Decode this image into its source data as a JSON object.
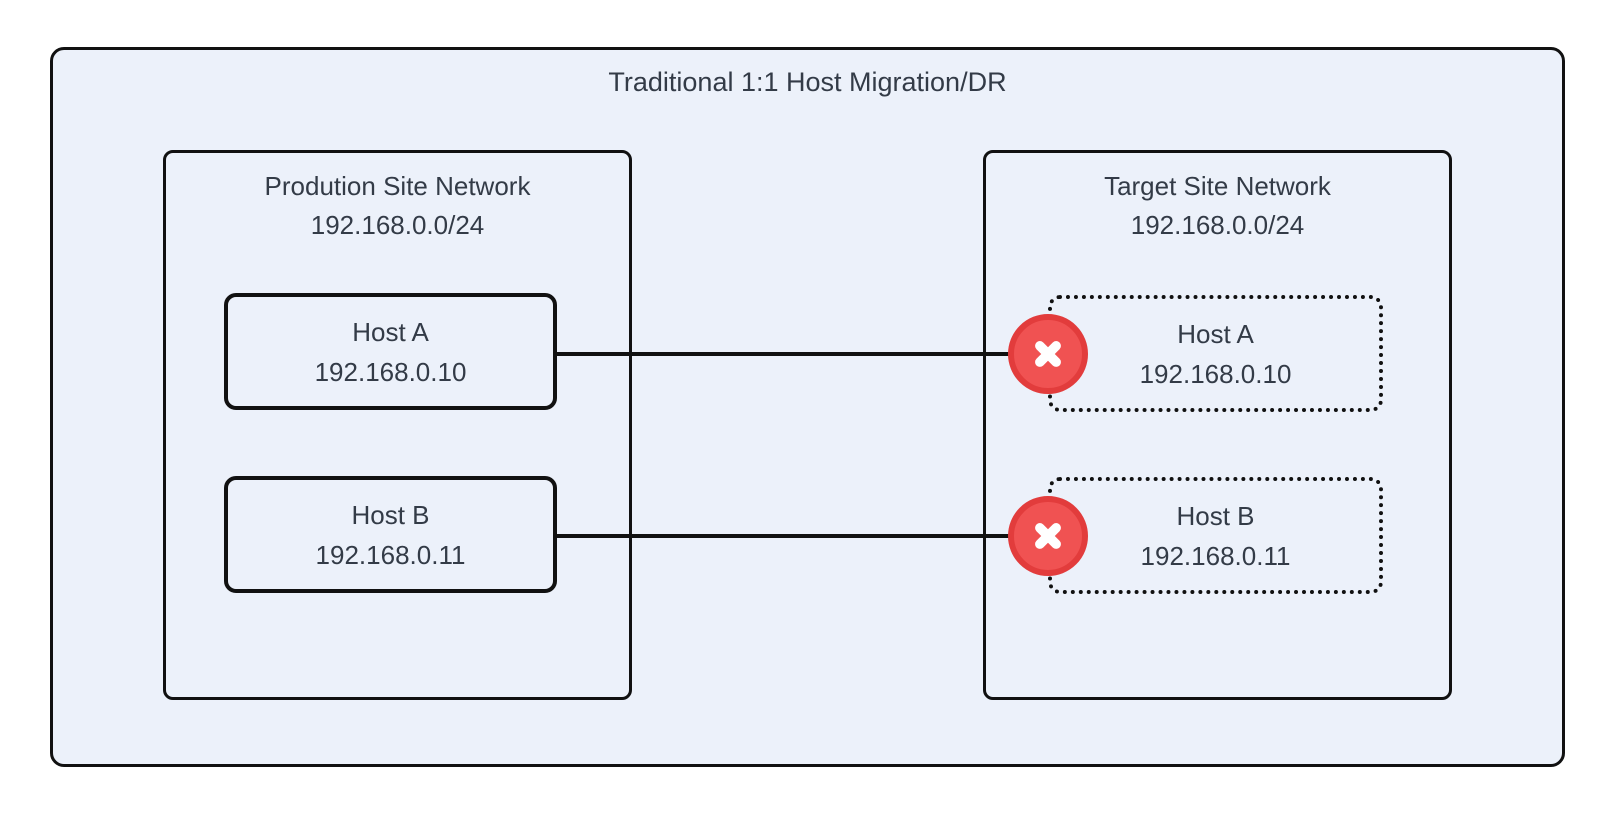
{
  "diagram": {
    "title": "Traditional 1:1 Host Migration/DR",
    "production_network": {
      "name": "Prodution Site Network",
      "subnet": "192.168.0.0/24",
      "hosts": [
        {
          "name": "Host A",
          "ip": "192.168.0.10"
        },
        {
          "name": "Host B",
          "ip": "192.168.0.11"
        }
      ]
    },
    "target_network": {
      "name": "Target Site Network",
      "subnet": "192.168.0.0/24",
      "hosts": [
        {
          "name": "Host A",
          "ip": "192.168.0.10"
        },
        {
          "name": "Host B",
          "ip": "192.168.0.11"
        }
      ],
      "host_style": "dotted-ghost",
      "conflict_icon": "x-circle"
    },
    "colors": {
      "panel_fill": "#ecf1fa",
      "border": "#111111",
      "text": "#333b47",
      "error_fill": "#f05252",
      "error_ring": "#e23c3c",
      "error_glyph": "#ffffff"
    }
  }
}
